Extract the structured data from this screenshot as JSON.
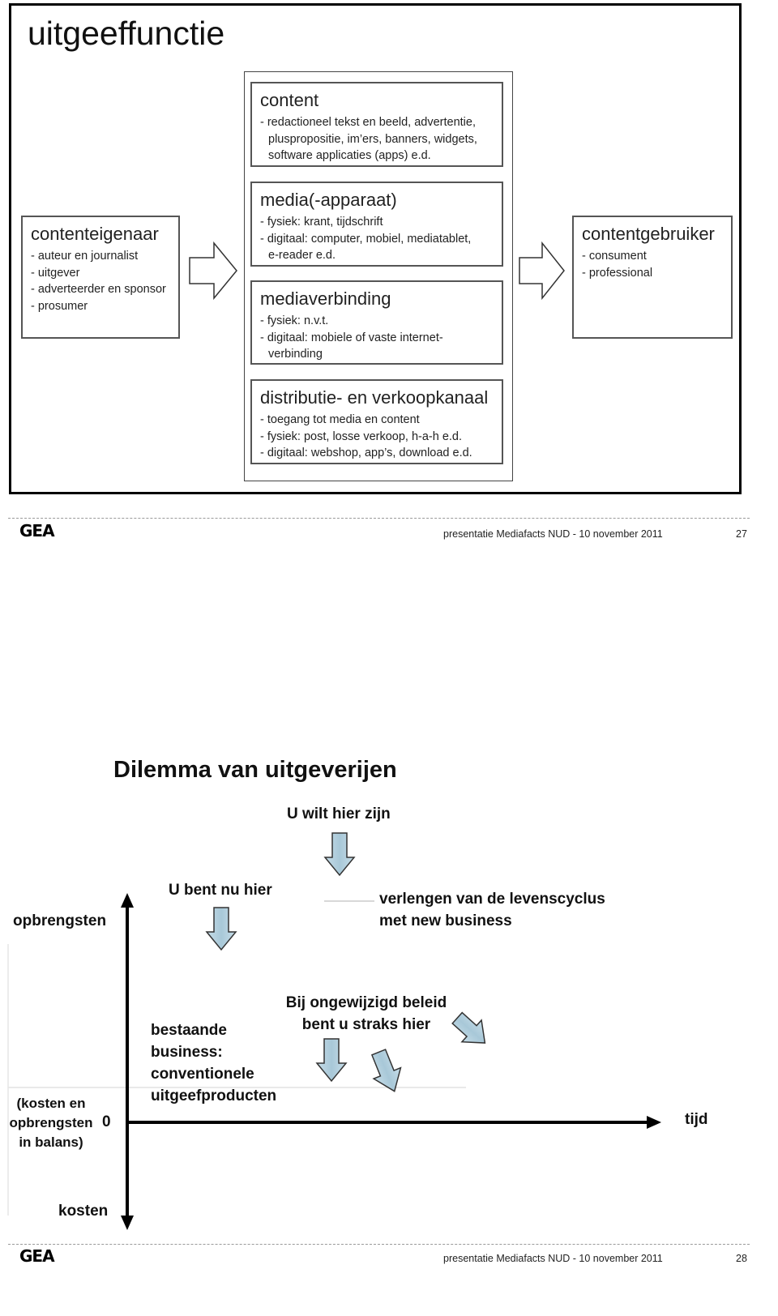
{
  "slide27": {
    "title": "uitgeeffunctie",
    "left_box": {
      "heading": "contenteigenaar",
      "lines": [
        "- auteur en journalist",
        "- uitgever",
        "- adverteerder en sponsor",
        "- prosumer"
      ]
    },
    "content_box": {
      "heading": "content",
      "lines": [
        "- redactioneel tekst en beeld,  advertentie,",
        "pluspropositie, im’ers, banners, widgets,",
        "software applicaties (apps) e.d."
      ]
    },
    "media_box": {
      "heading": "media(-apparaat)",
      "lines": [
        "- fysiek: krant, tijdschrift",
        "- digitaal: computer, mobiel, mediatablet,",
        "e-reader e.d."
      ],
      "heading2": "mediaverbinding",
      "lines2": [
        "- fysiek: n.v.t.",
        "- digitaal: mobiele of vaste internet-",
        "verbinding"
      ]
    },
    "distrib_box": {
      "heading": "distributie- en verkoopkanaal",
      "lines": [
        "- toegang tot media en content",
        "- fysiek: post, losse verkoop, h-a-h e.d.",
        "- digitaal: webshop, app’s, download e.d."
      ]
    },
    "right_box": {
      "heading": "contentgebruiker",
      "lines": [
        "- consument",
        "- professional"
      ]
    },
    "footer": {
      "logo": "GEA",
      "text": "presentatie Mediafacts NUD   -   10 november 2011",
      "page": "27"
    }
  },
  "slide28": {
    "title": "Dilemma van uitgeverijen",
    "want_label": "U wilt hier zijn",
    "now_label": "U bent nu hier",
    "extend_label": [
      "verlengen van de levenscyclus",
      "met new business"
    ],
    "unchanged_label": [
      "Bij ongewijzigd beleid",
      "bent u straks hier"
    ],
    "existing_label": [
      "bestaande",
      "business:",
      "conventionele",
      "uitgeefproducten"
    ],
    "y_top_label": "opbrengsten",
    "y_bottom_label": "kosten",
    "zero_label": "0",
    "balance_label": [
      "(kosten en",
      "opbrengsten",
      "in balans)"
    ],
    "x_label": "tijd",
    "footer": {
      "logo": "GEA",
      "text": "presentatie Mediafacts NUD   -   10 november 2011",
      "page": "28"
    }
  }
}
